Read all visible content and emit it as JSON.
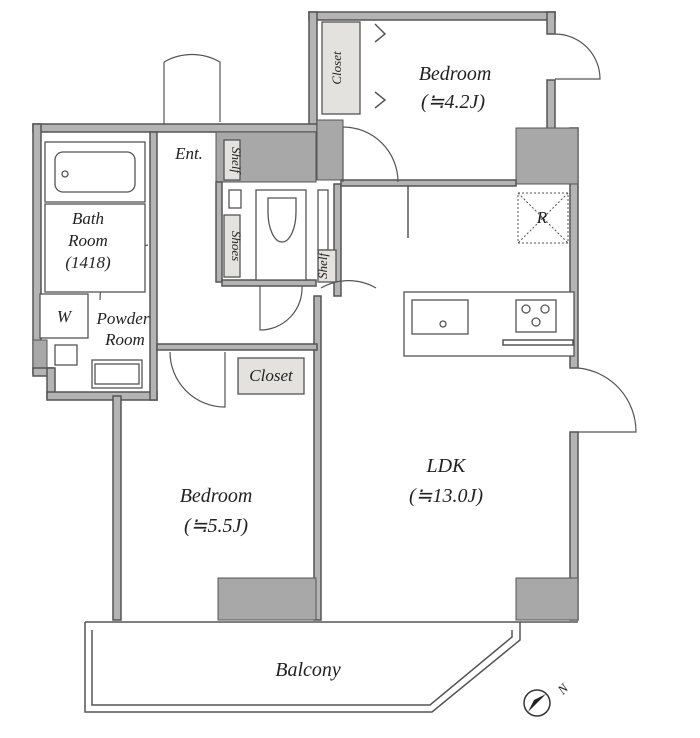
{
  "rooms": {
    "bedroom_north": {
      "name": "Bedroom",
      "size": "(≒4.2J)"
    },
    "closet_north": "Closet",
    "entrance": "Ent.",
    "shelf_1": "Shelf",
    "shoes": "Shoes",
    "shelf_2": "Shelf",
    "bath": {
      "line1": "Bath",
      "line2": "Room",
      "line3": "(1418)"
    },
    "washer": "W",
    "powder": {
      "line1": "Powder",
      "line2": "Room"
    },
    "closet_south": "Closet",
    "bedroom_south": {
      "name": "Bedroom",
      "size": "(≒5.5J)"
    },
    "ldk": {
      "name": "LDK",
      "size": "(≒13.0J)"
    },
    "refrigerator": "R",
    "balcony": "Balcony"
  },
  "compass": {
    "label": "N"
  },
  "colors": {
    "wall": "#b4b4b4",
    "column": "#a8a8a8",
    "shelf": "#e4e2df",
    "line": "#555555"
  }
}
